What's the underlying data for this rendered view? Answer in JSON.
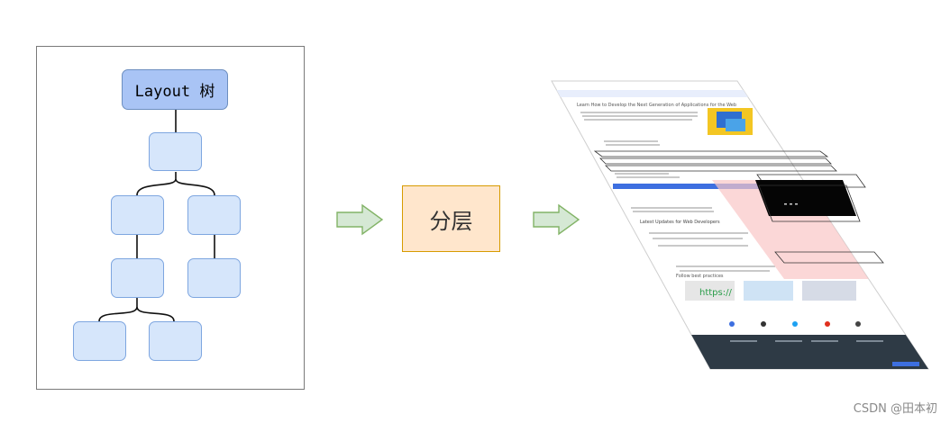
{
  "tree": {
    "root_label": "Layout 树"
  },
  "process": {
    "label": "分层"
  },
  "render": {
    "page_heading": "Learn How to Develop the Next Generation of Applications for the Web",
    "section_heading": "Latest Updates for Web Developers",
    "follow_heading": "Follow best practices",
    "url_text": "https://"
  },
  "watermark": "CSDN @田本初",
  "colors": {
    "node_fill": "#d6e6fb",
    "node_stroke": "#7ea6e0",
    "root_fill": "#a9c4f5",
    "arrow_fill": "#d5e8d4",
    "arrow_stroke": "#82b366",
    "layer_fill": "#ffe6cc",
    "layer_stroke": "#d79b00"
  }
}
